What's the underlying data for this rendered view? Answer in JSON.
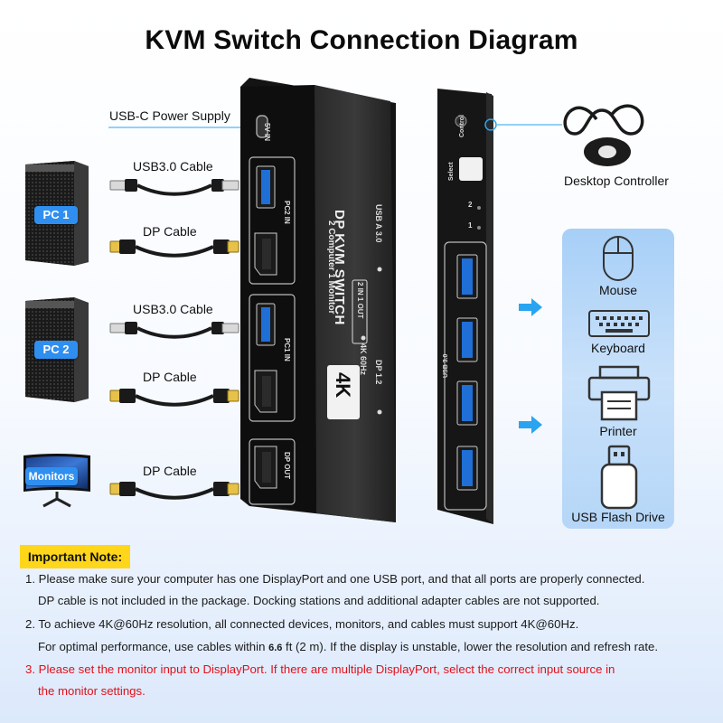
{
  "title": "KVM Switch Connection Diagram",
  "left_labels": {
    "power": "USB-C Power Supply",
    "usb_cable_1": "USB3.0 Cable",
    "dp_cable_1": "DP Cable",
    "usb_cable_2": "USB3.0 Cable",
    "dp_cable_2": "DP Cable",
    "dp_cable_3": "DP Cable"
  },
  "sources": {
    "pc1": "PC 1",
    "pc2": "PC 2",
    "monitors": "Monitors"
  },
  "switch_front": {
    "badge": "4K",
    "product": "DP KVM SWITCH",
    "subtitle": "2 Computer 1 Monitor",
    "port_mode": "2 IN 1 OUT",
    "spec_dp": "DP 1.2",
    "spec_res": "4K 60Hz",
    "spec_usb": "USB A 3.0",
    "port_5v": "5V IN",
    "port_pc2": "PC2 IN",
    "port_pc1": "PC1 IN",
    "port_dp_out": "DP OUT"
  },
  "switch_back": {
    "control": "Control",
    "select": "Select",
    "led_1": "1",
    "led_2": "2",
    "usb_label": "USB 3.0"
  },
  "devices": {
    "controller": "Desktop Controller",
    "mouse": "Mouse",
    "keyboard": "Keyboard",
    "printer": "Printer",
    "flash": "USB Flash Drive"
  },
  "notes": {
    "heading": "Important Note:",
    "n1_a": "1. Please make sure your computer has one DisplayPort and one USB port, and that all ports are properly connected.",
    "n1_b": "DP cable is not included in the package. Docking stations and additional adapter cables are not supported.",
    "n2_a": "2. To achieve 4K@60Hz resolution, all connected devices, monitors, and cables must support 4K@60Hz.",
    "n2_b_pre": "For optimal performance, use cables within ",
    "n2_b_num": "6.6",
    "n2_b_post": " ft (2 m). If the display is unstable, lower the resolution and refresh rate.",
    "n3_a": "3. Please set the monitor input to DisplayPort. If there are multiple DisplayPort, select the correct input source in",
    "n3_b": "the monitor settings."
  },
  "colors": {
    "badge_blue": "#2f8ff0",
    "note_yellow": "#ffd61a",
    "warn_red": "#e0101a",
    "arrow_blue": "#2aa4f0",
    "panel_blue": "#b5d6f8"
  }
}
